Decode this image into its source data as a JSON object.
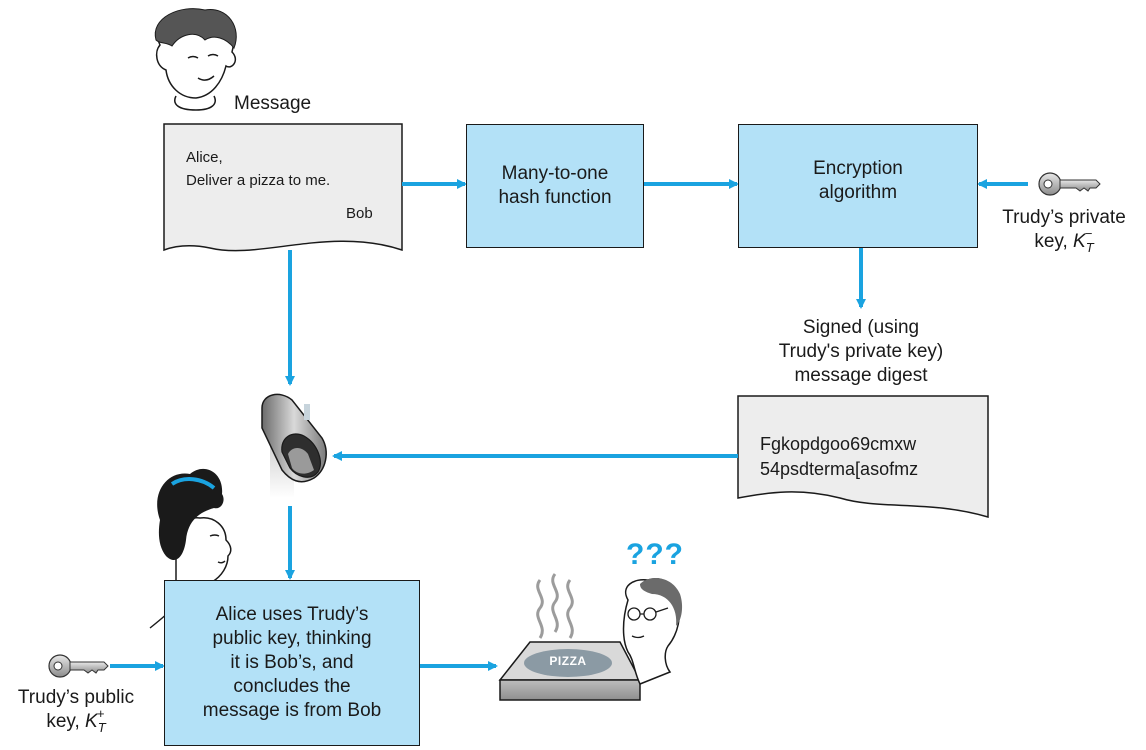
{
  "colors": {
    "box_fill": "#b3e1f7",
    "arrow": "#1aa3e0",
    "doc_fill": "#ededed",
    "question": "#1aa3e0"
  },
  "message": {
    "label": "Message",
    "greeting": "Alice,",
    "body": "Deliver a pizza to me.",
    "signature": "Bob"
  },
  "hash_box": {
    "line1": "Many-to-one",
    "line2": "hash function"
  },
  "encrypt_box": {
    "line1": "Encryption",
    "line2": "algorithm"
  },
  "private_key": {
    "line1": "Trudy’s private",
    "line2_prefix": "key, ",
    "symbol": "K",
    "sub": "T",
    "sup": "−"
  },
  "signed_caption": {
    "line1": "Signed (using",
    "line2": "Trudy's private key)",
    "line3": "message digest"
  },
  "digest": {
    "line1": "Fgkopdgoo69cmxw",
    "line2": "54psdterma[asofmz"
  },
  "alice_box": {
    "line1": "Alice uses Trudy’s",
    "line2": "public key, thinking",
    "line3": "it is Bob’s, and",
    "line4": "concludes the",
    "line5": "message is from Bob"
  },
  "public_key": {
    "line1": "Trudy’s public",
    "line2_prefix": "key, ",
    "symbol": "K",
    "sub": "T",
    "sup": "+"
  },
  "pizza_label": "PIZZA",
  "question_marks": "???",
  "icons": [
    "person-bob-icon",
    "person-alice-icon",
    "person-old-man-icon",
    "key-icon",
    "mailbox-icon",
    "pizza-box-icon",
    "steam-icon"
  ]
}
